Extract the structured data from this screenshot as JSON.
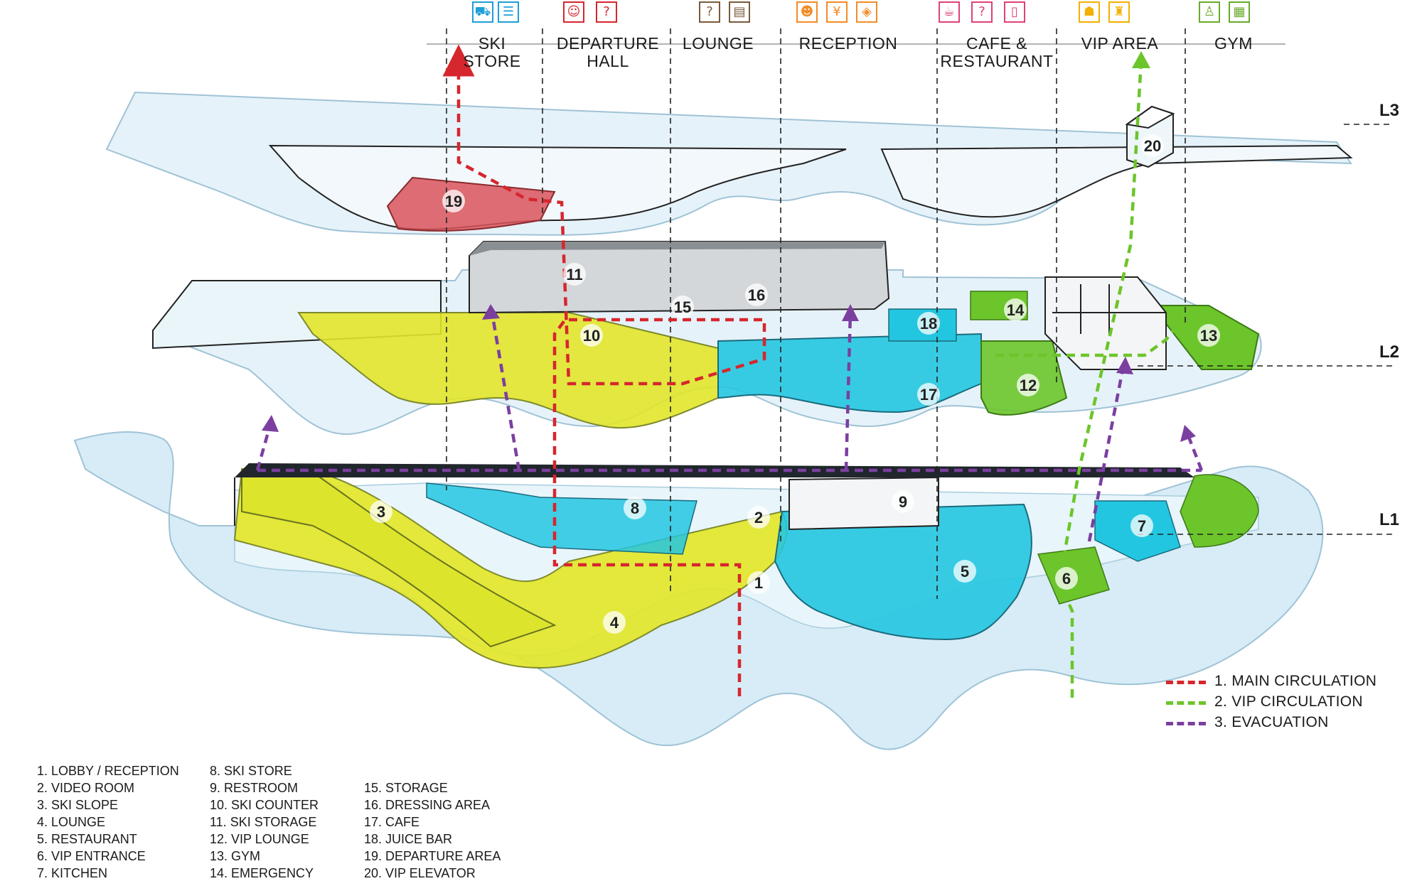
{
  "zones": [
    {
      "id": "ski-store",
      "label": "SKI STORE",
      "color": "#1e9fd6",
      "icons": [
        "cart-icon",
        "shelves-icon"
      ]
    },
    {
      "id": "departure-hall",
      "label": "DEPARTURE\nHALL",
      "color": "#d6262e",
      "icons": [
        "family-icon",
        "question-person-icon"
      ]
    },
    {
      "id": "lounge",
      "label": "LOUNGE",
      "color": "#7a5a3a",
      "icons": [
        "question-person-icon",
        "bookshelf-icon"
      ]
    },
    {
      "id": "reception",
      "label": "RECEPTION",
      "color": "#f28c28",
      "icons": [
        "people-desk-icon",
        "yen-icon",
        "ticket-icon"
      ]
    },
    {
      "id": "cafe-restaurant",
      "label": "CAFE &\nRESTAURANT",
      "color": "#e0407a",
      "icons": [
        "cup-icon",
        "question-person-icon",
        "drink-icon"
      ]
    },
    {
      "id": "vip-area",
      "label": "VIP AREA",
      "color": "#f2b100",
      "icons": [
        "vip-desk-icon",
        "lounge-chair-icon"
      ]
    },
    {
      "id": "gym",
      "label": "GYM",
      "color": "#6aaa2a",
      "icons": [
        "person-icon",
        "treadmill-icon"
      ]
    }
  ],
  "levels": [
    "L3",
    "L2",
    "L1"
  ],
  "legend": [
    {
      "label": "1. MAIN CIRCULATION",
      "color": "#d6262e"
    },
    {
      "label": "2. VIP CIRCULATION",
      "color": "#6cc52a"
    },
    {
      "label": "3. EVACUATION",
      "color": "#7b3fa0"
    }
  ],
  "room_numbers": [
    "1",
    "2",
    "3",
    "4",
    "5",
    "6",
    "7",
    "8",
    "9",
    "10",
    "11",
    "12",
    "13",
    "14",
    "15",
    "16",
    "17",
    "18",
    "19",
    "20"
  ],
  "key": [
    [
      "1.  LOBBY / RECEPTION",
      "2. VIDEO ROOM",
      "3. SKI SLOPE",
      "4. LOUNGE",
      "5. RESTAURANT",
      "6. VIP ENTRANCE",
      "7. KITCHEN"
    ],
    [
      "8. SKI STORE",
      "9. RESTROOM",
      "10. SKI COUNTER",
      "11. SKI STORAGE",
      "12. VIP LOUNGE",
      "13. GYM",
      "14. EMERGENCY"
    ],
    [
      "15. STORAGE",
      "16. DRESSING AREA",
      "17. CAFE",
      "18. JUICE BAR",
      "19. DEPARTURE AREA",
      "20. VIP ELEVATOR"
    ]
  ],
  "colors": {
    "yellow": "#e2e62a",
    "cyan": "#23c6e0",
    "green": "#6cc52a",
    "red": "#d9545c",
    "slab": "#dbeef7",
    "grey": "#8a8f94"
  }
}
